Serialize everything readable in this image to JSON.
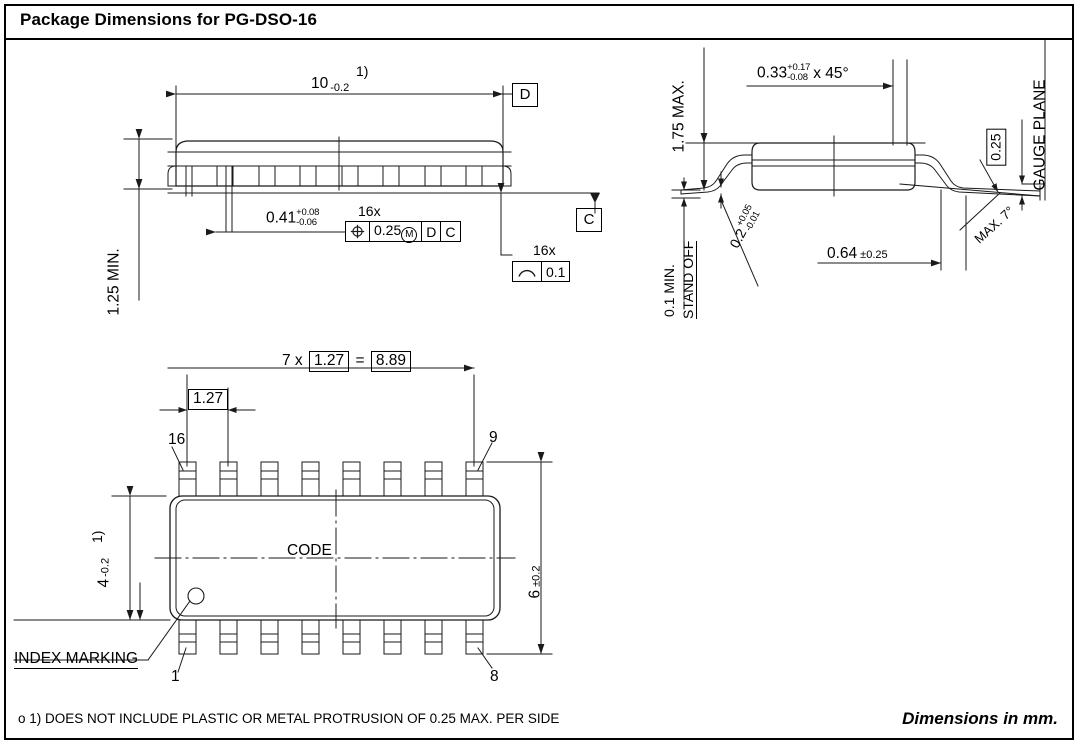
{
  "header": {
    "title": "Package Dimensions for PG-DSO-16"
  },
  "footer": {
    "note": "o 1) DOES NOT INCLUDE PLASTIC OR METAL PROTRUSION OF 0.25 MAX. PER SIDE",
    "units": "Dimensions in mm."
  },
  "front_view": {
    "width_dim": {
      "nominal": "10",
      "minus": "-0.2",
      "footnote": "1)"
    },
    "height_dim": "1.25 MIN.",
    "lead_width_dim": {
      "nominal": "0.41",
      "plus": "+0.08",
      "minus": "-0.06"
    },
    "position_fcf": {
      "count": "16x",
      "symbol": "position-symbol",
      "tolerance": "0.25",
      "modifier": "M",
      "datum_1": "D",
      "datum_2": "C"
    },
    "datum_d": "D",
    "datum_c": "C",
    "coplanarity_fcf": {
      "count": "16x",
      "symbol": "profile-line-symbol",
      "tolerance": "0.1"
    }
  },
  "side_view": {
    "total_height": "1.75 MAX.",
    "standoff_min": "0.1 MIN.",
    "standoff_label": "STAND OFF",
    "lead_thickness": {
      "nominal": "0.2",
      "plus": "+0.05",
      "minus": "-0.01"
    },
    "chamfer": {
      "nominal": "0.33",
      "plus": "+0.17",
      "minus": "-0.08",
      "angle": "x 45°"
    },
    "foot_length": {
      "nominal": "0.64",
      "tolerance": "±0.25"
    },
    "gauge_plane_label": "GAUGE PLANE",
    "gauge_plane_dim": "0.25",
    "lead_angle": "MAX. 7°"
  },
  "bottom_view": {
    "pitch_string": {
      "count": "7 x",
      "pitch": "1.27",
      "equals": "=",
      "total": "8.89"
    },
    "pitch_detail": "1.27",
    "body_width": {
      "nominal": "4",
      "minus": "-0.2",
      "footnote": "1)"
    },
    "body_length": {
      "nominal": "6",
      "tolerance": "±0.2"
    },
    "code_marking": "CODE",
    "index_marking_label": "INDEX MARKING",
    "pins": {
      "top_left": "16",
      "top_right": "9",
      "bottom_left": "1",
      "bottom_right": "8"
    }
  },
  "colors": {
    "line": "#1a1a1a",
    "background": "#ffffff"
  }
}
